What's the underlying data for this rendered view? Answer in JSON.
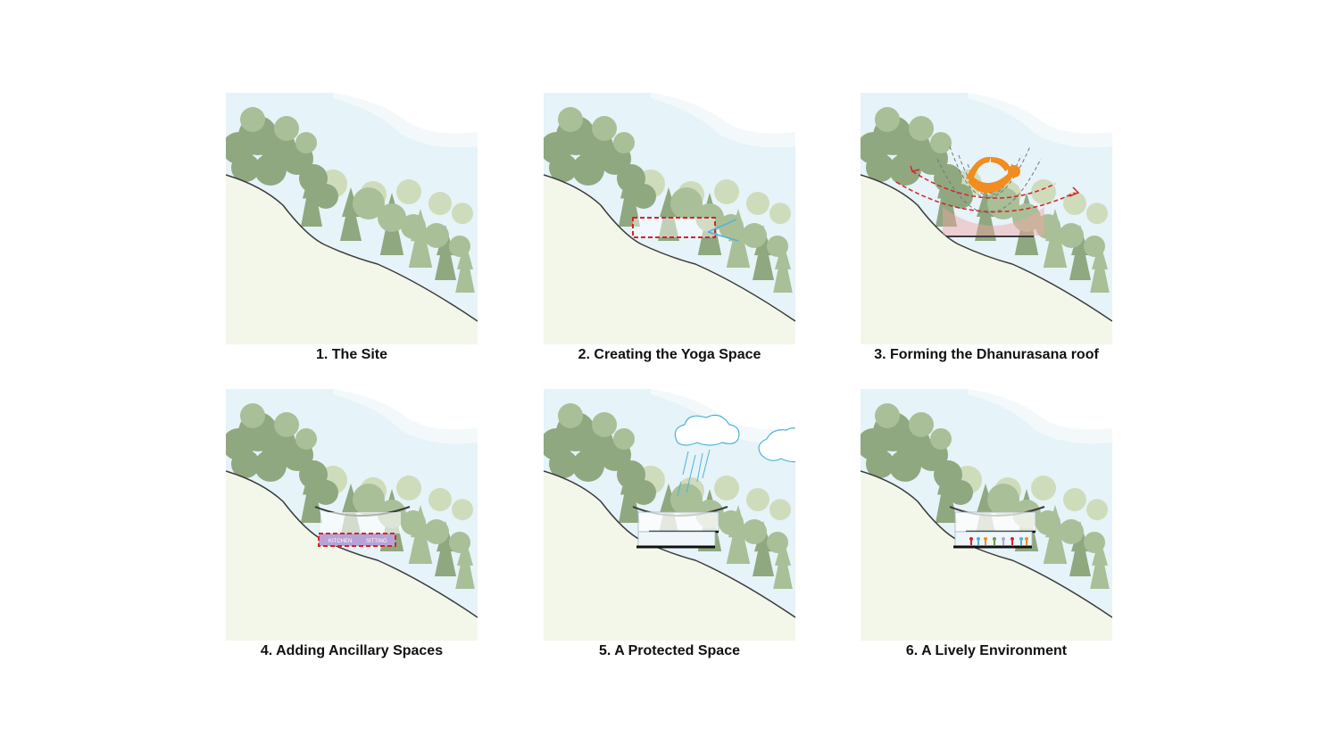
{
  "panels": [
    {
      "caption": "1. The Site"
    },
    {
      "caption": "2. Creating the Yoga Space"
    },
    {
      "caption": "3. Forming the Dhanurasana roof"
    },
    {
      "caption": "4. Adding Ancillary Spaces",
      "labels": {
        "kitchen": "KITCHEN",
        "sitting": "SITTING"
      }
    },
    {
      "caption": "5. A Protected Space"
    },
    {
      "caption": "6. A Lively Environment"
    }
  ],
  "colors": {
    "sky": "#e6f3f8",
    "mountain": "#f3f9fb",
    "hill": "#f3f7ea",
    "tree_dark": "#8fa880",
    "tree_mid": "#a9bf98",
    "tree_light": "#cfdcbc",
    "outline": "#3b3b3b",
    "red_dash": "#d8232a",
    "accent_blue": "#4fb3d6",
    "yoga_orange": "#f28c1e",
    "ancillary_purple": "#b7a3d6"
  }
}
